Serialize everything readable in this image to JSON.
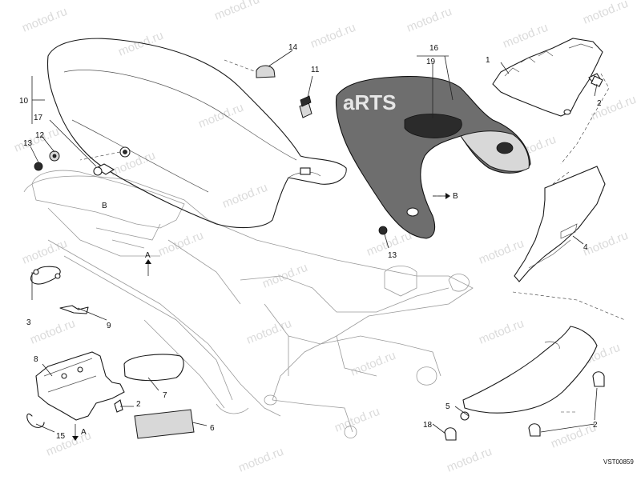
{
  "watermark": "motod.ru",
  "logo_text": "aRTS",
  "drawing_code": "VST00859",
  "parts": {
    "p1": "1",
    "p2a": "2",
    "p2b": "2",
    "p2c": "2",
    "p3": "3",
    "p4": "4",
    "p5": "5",
    "p6": "6",
    "p7": "7",
    "p8": "8",
    "p9": "9",
    "p10": "10",
    "p11": "11",
    "p12": "12",
    "p13a": "13",
    "p13b": "13",
    "p14": "14",
    "p15": "15",
    "p16": "16",
    "p17": "17",
    "p18": "18",
    "p19": "19"
  },
  "view_refs": {
    "a1": "A",
    "a2": "A",
    "b1": "B",
    "b2": "B"
  }
}
